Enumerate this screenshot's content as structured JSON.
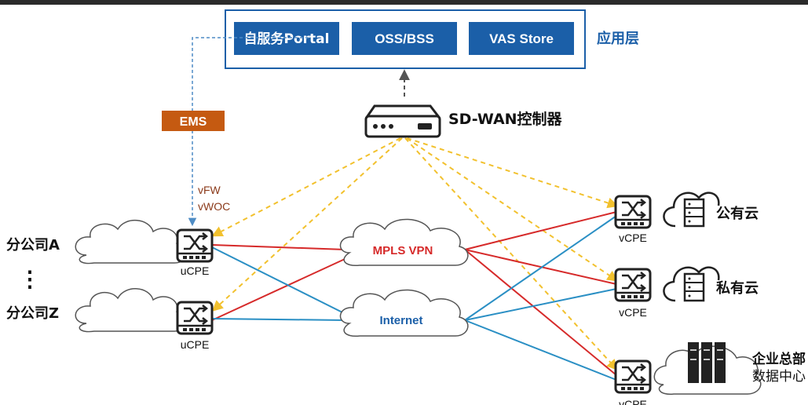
{
  "app_layer": {
    "label": "应用层",
    "buttons": [
      "自服务Portal",
      "OSS/BSS",
      "VAS Store"
    ]
  },
  "controller": {
    "label": "SD-WAN控制器"
  },
  "ems": {
    "label": "EMS"
  },
  "vnf": {
    "vfw": "vFW",
    "vwoc": "vWOC"
  },
  "branches": {
    "a_label": "分公司A",
    "z_label": "分公司Z",
    "ellipsis": "⋮",
    "device_label": "uCPE"
  },
  "networks": {
    "mpls": "MPLS VPN",
    "internet": "Internet"
  },
  "sites": {
    "device_label": "vCPE",
    "public_cloud": "公有云",
    "private_cloud": "私有云",
    "hq_line1": "企业总部",
    "hq_line2": "数据中心"
  },
  "colors": {
    "accent_blue": "#1b5fa8",
    "ems_orange": "#c55a11",
    "mpls_red": "#d62a2a",
    "internet_blue": "#2a8fc4",
    "dashed_yellow": "#f2c12e"
  }
}
